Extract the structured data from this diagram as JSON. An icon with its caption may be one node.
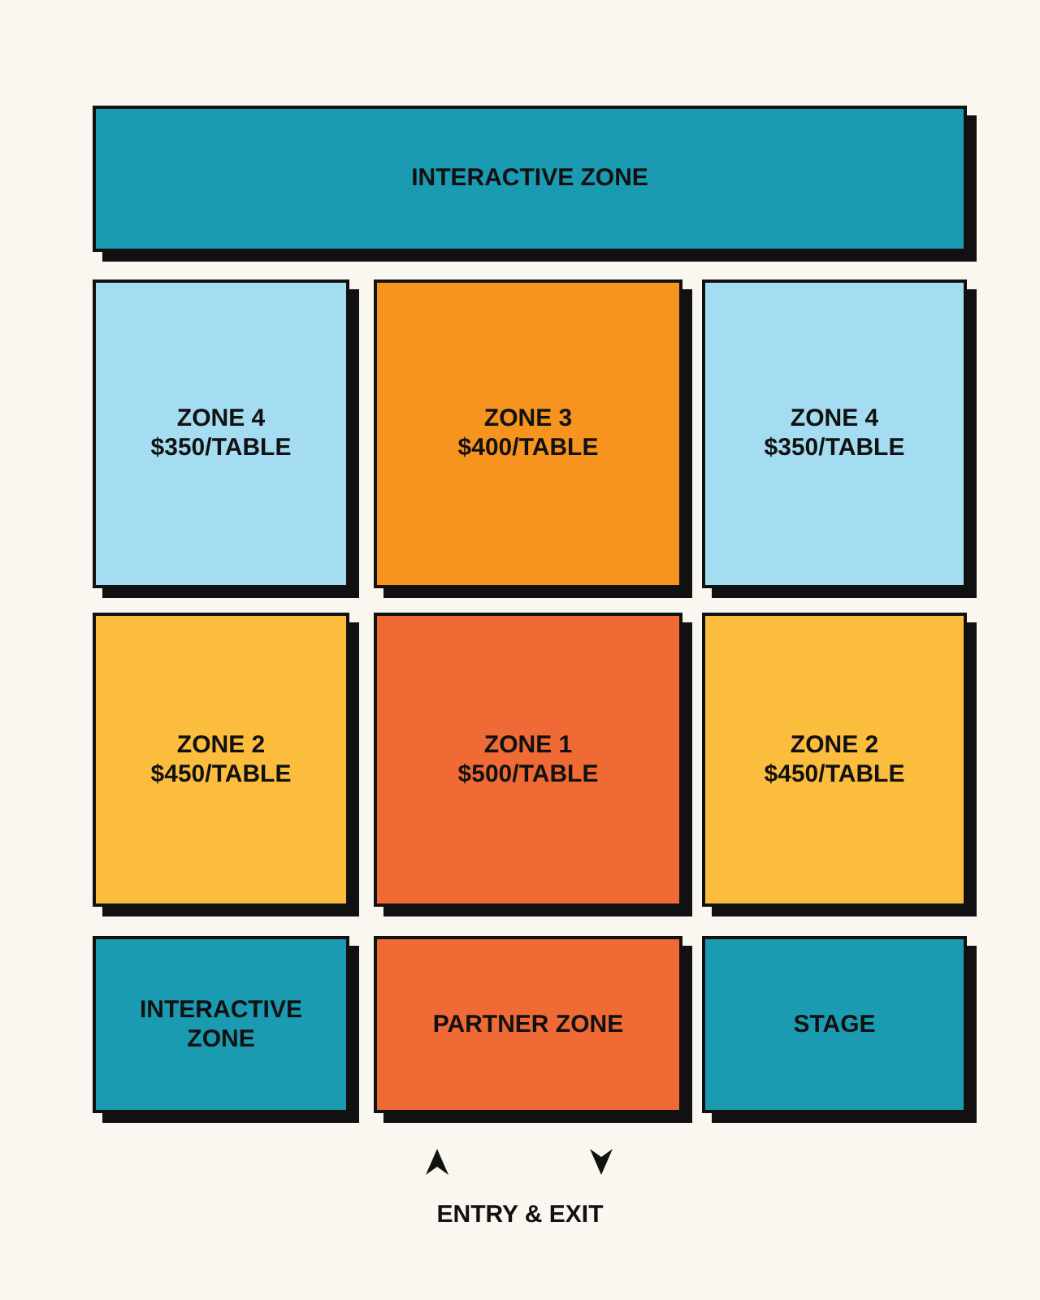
{
  "diagram": {
    "nodes": [
      {
        "text": [
          "INTERACTIVE ZONE"
        ]
      },
      {
        "text": [
          "ZONE 4",
          "$350/TABLE"
        ]
      },
      {
        "text": [
          "ZONE 3",
          "$400/TABLE"
        ]
      },
      {
        "text": [
          "ZONE 4",
          "$350/TABLE"
        ]
      },
      {
        "text": [
          "ZONE 2",
          "$450/TABLE"
        ]
      },
      {
        "text": [
          "ZONE 1",
          "$500/TABLE"
        ]
      },
      {
        "text": [
          "ZONE 2",
          "$450/TABLE"
        ]
      },
      {
        "text": [
          "INTERACTIVE ZONE"
        ]
      },
      {
        "text": [
          "PARTNER ZONE"
        ]
      },
      {
        "text": [
          "STAGE"
        ]
      }
    ],
    "labels": [
      "ENTRY & EXIT"
    ]
  }
}
